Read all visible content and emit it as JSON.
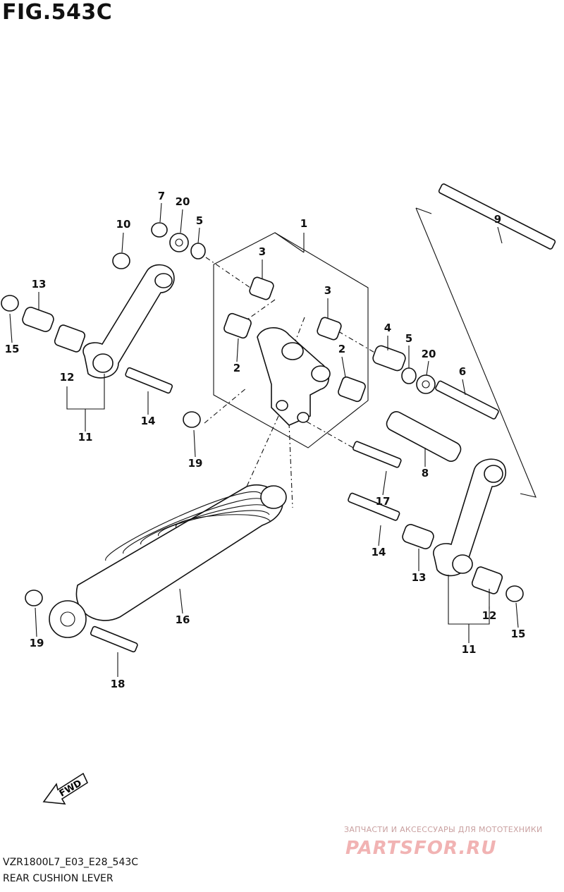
{
  "figure": {
    "title": "FIG.543C",
    "model_code": "VZR1800L7_E03_E28_543C",
    "caption": "REAR CUSHION LEVER"
  },
  "fwd_label": "FWD",
  "watermark": {
    "tagline": "ЗАПЧАСТИ И АКСЕССУАРЫ ДЛЯ МОТОТЕХНИКИ",
    "brand": "PARTSFOR.RU"
  },
  "callouts": [
    {
      "id": "c1",
      "label": "1"
    },
    {
      "id": "c2a",
      "label": "2"
    },
    {
      "id": "c2b",
      "label": "2"
    },
    {
      "id": "c3a",
      "label": "3"
    },
    {
      "id": "c3b",
      "label": "3"
    },
    {
      "id": "c4",
      "label": "4"
    },
    {
      "id": "c5a",
      "label": "5"
    },
    {
      "id": "c5b",
      "label": "5"
    },
    {
      "id": "c6",
      "label": "6"
    },
    {
      "id": "c7",
      "label": "7"
    },
    {
      "id": "c8",
      "label": "8"
    },
    {
      "id": "c9",
      "label": "9"
    },
    {
      "id": "c10",
      "label": "10"
    },
    {
      "id": "c11a",
      "label": "11"
    },
    {
      "id": "c11b",
      "label": "11"
    },
    {
      "id": "c12a",
      "label": "12"
    },
    {
      "id": "c12b",
      "label": "12"
    },
    {
      "id": "c13a",
      "label": "13"
    },
    {
      "id": "c13b",
      "label": "13"
    },
    {
      "id": "c14a",
      "label": "14"
    },
    {
      "id": "c14b",
      "label": "14"
    },
    {
      "id": "c15a",
      "label": "15"
    },
    {
      "id": "c15b",
      "label": "15"
    },
    {
      "id": "c16",
      "label": "16"
    },
    {
      "id": "c17",
      "label": "17"
    },
    {
      "id": "c18",
      "label": "18"
    },
    {
      "id": "c19a",
      "label": "19"
    },
    {
      "id": "c19b",
      "label": "19"
    },
    {
      "id": "c20a",
      "label": "20"
    },
    {
      "id": "c20b",
      "label": "20"
    }
  ]
}
